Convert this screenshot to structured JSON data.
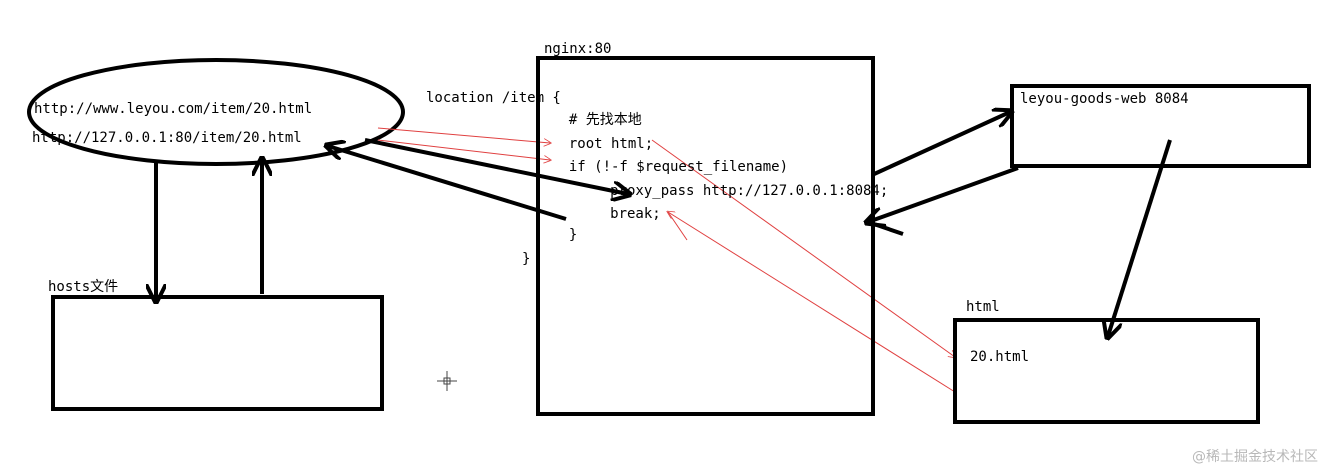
{
  "client": {
    "url_domain": "http://www.leyou.com/item/20.html",
    "url_ip": "http://127.0.0.1:80/item/20.html"
  },
  "hosts": {
    "label": "hosts文件"
  },
  "nginx": {
    "title": "nginx:80",
    "config_lines": [
      "location /item {",
      "  # 先找本地",
      "  root html;",
      "  if (!-f $request_filename)",
      "     proxy_pass http://127.0.0.1:8084;",
      "     break;",
      "  }",
      "}"
    ]
  },
  "goods_web": {
    "label": "leyou-goods-web 8084"
  },
  "html_dir": {
    "title": "html",
    "file": "20.html"
  },
  "watermark": "@稀土掘金技术社区"
}
